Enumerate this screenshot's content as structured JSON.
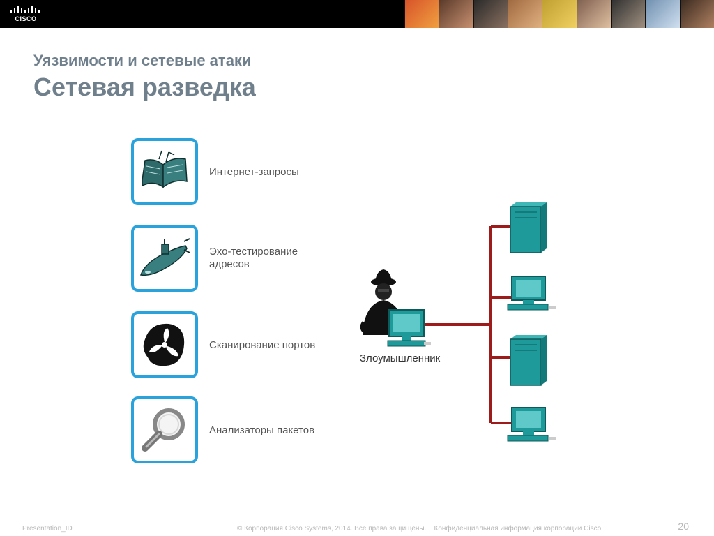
{
  "header": {
    "logo_text": "CISCO",
    "subtitle": "Уязвимости и сетевые атаки",
    "title": "Сетевая разведка"
  },
  "items": [
    {
      "label": "Интернет-запросы",
      "icon": "book-icon"
    },
    {
      "label": "Эхо-тестирование адресов",
      "icon": "submarine-icon"
    },
    {
      "label": "Сканирование портов",
      "icon": "fan-icon"
    },
    {
      "label": "Анализаторы пакетов",
      "icon": "magnifier-icon"
    }
  ],
  "network": {
    "attacker_label": "Злоумышленник",
    "link_color": "#9e1b1b",
    "device_color": "#1f9a9a"
  },
  "footer": {
    "presentation_id": "Presentation_ID",
    "copyright": "© Корпорация Cisco Systems, 2014. Все права защищены.    Конфиденциальная информация корпорации Cisco",
    "page_number": "20"
  },
  "colors": {
    "accent": "#2aa3dc",
    "title": "#6f7f8c"
  }
}
